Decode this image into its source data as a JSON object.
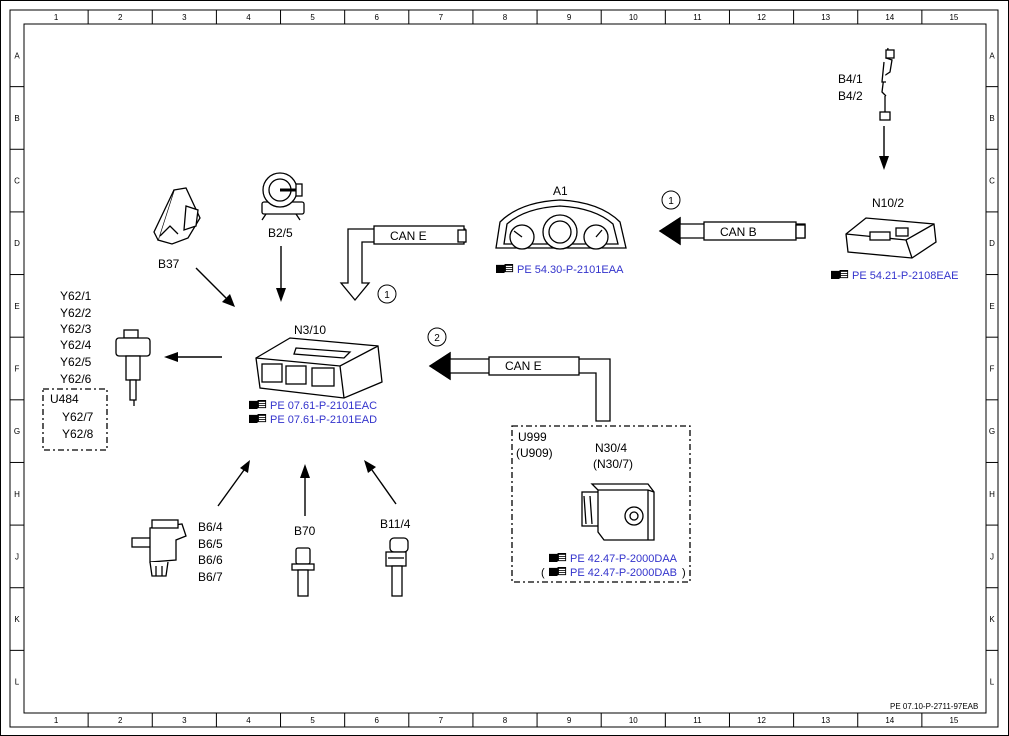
{
  "grid": {
    "columns": [
      "1",
      "2",
      "3",
      "4",
      "5",
      "6",
      "7",
      "8",
      "9",
      "10",
      "11",
      "12",
      "13",
      "14",
      "15"
    ],
    "rows": [
      "A",
      "B",
      "C",
      "D",
      "E",
      "F",
      "G",
      "H",
      "J",
      "K",
      "L"
    ]
  },
  "components": {
    "b37": "B37",
    "b2_5": "B2/5",
    "a1": "A1",
    "b4": [
      "B4/1",
      "B4/2"
    ],
    "n10_2": "N10/2",
    "n3_10": "N3/10",
    "y62": [
      "Y62/1",
      "Y62/2",
      "Y62/3",
      "Y62/4",
      "Y62/5",
      "Y62/6"
    ],
    "u484": "U484",
    "y62_u484": [
      "Y62/7",
      "Y62/8"
    ],
    "b6": [
      "B6/4",
      "B6/5",
      "B6/6",
      "B6/7"
    ],
    "b70": "B70",
    "b11_4": "B11/4",
    "u999": "U999",
    "u909": "(U909)",
    "n30_4": "N30/4",
    "n30_7": "(N30/7)"
  },
  "can": {
    "e_top": "CAN E",
    "b": "CAN B",
    "e_mid": "CAN E"
  },
  "markers": {
    "one_a": "1",
    "one_b": "1",
    "two": "2"
  },
  "refs": {
    "a1": "PE 54.30-P-2101EAA",
    "n10_2": "PE 54.21-P-2108EAE",
    "n3_10_1": "PE 07.61-P-2101EAC",
    "n3_10_2": "PE 07.61-P-2101EAD",
    "n30_1": "PE 42.47-P-2000DAA",
    "n30_2": "PE 42.47-P-2000DAB",
    "n30_2_open": "(",
    "n30_2_close": ")"
  },
  "footer": "PE 07.10-P-2711-97EAB",
  "colors": {
    "link": "#3333cc",
    "line": "#000000"
  }
}
